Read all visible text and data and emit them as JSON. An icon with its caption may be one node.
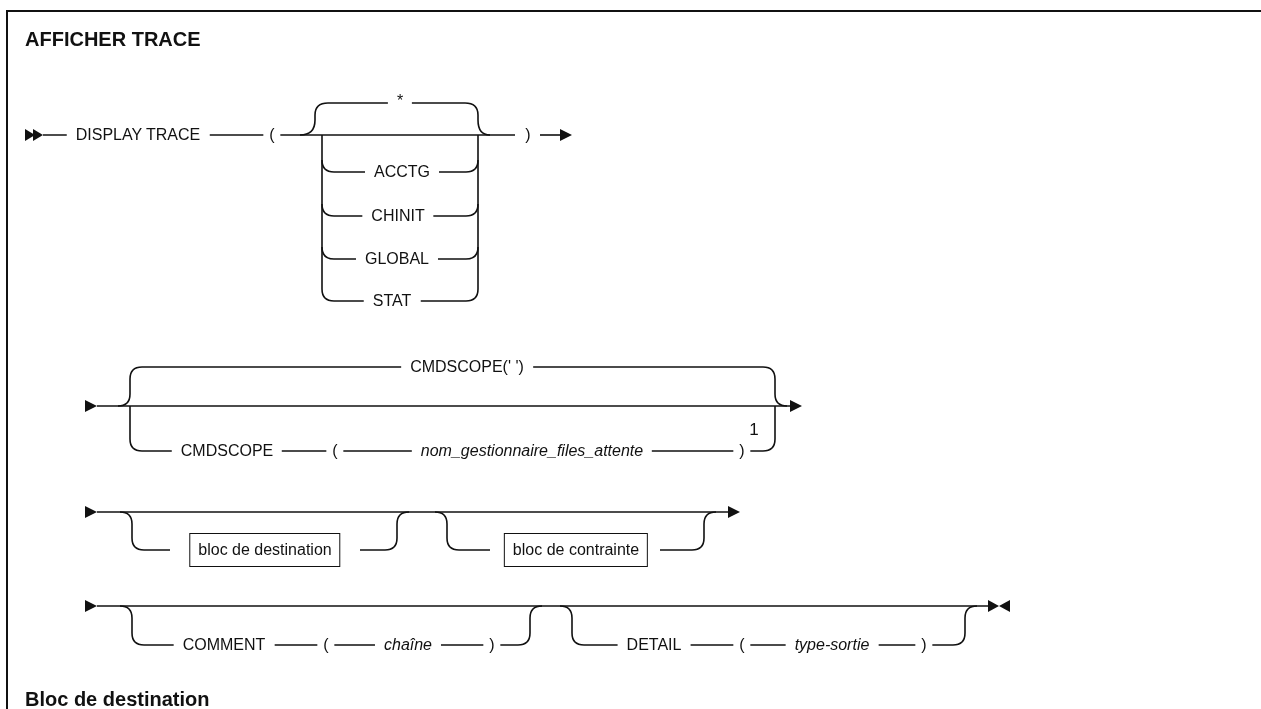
{
  "diagram": {
    "title": "AFFICHER TRACE",
    "nodes": [
      {
        "text": [
          "bloc de destination"
        ]
      },
      {
        "text": [
          "bloc de contrainte"
        ]
      }
    ],
    "labels": [
      "DISPLAY TRACE",
      "(",
      "*",
      ")",
      "ACCTG",
      "CHINIT",
      "GLOBAL",
      "STAT",
      "CMDSCOPE(' ')",
      "CMDSCOPE",
      "(",
      "nom_gestionnaire_files_attente",
      ")",
      "1",
      "COMMENT",
      "(",
      "chaîne",
      ")",
      "DETAIL",
      "(",
      "type-sortie",
      ")",
      "Bloc de destination"
    ]
  }
}
